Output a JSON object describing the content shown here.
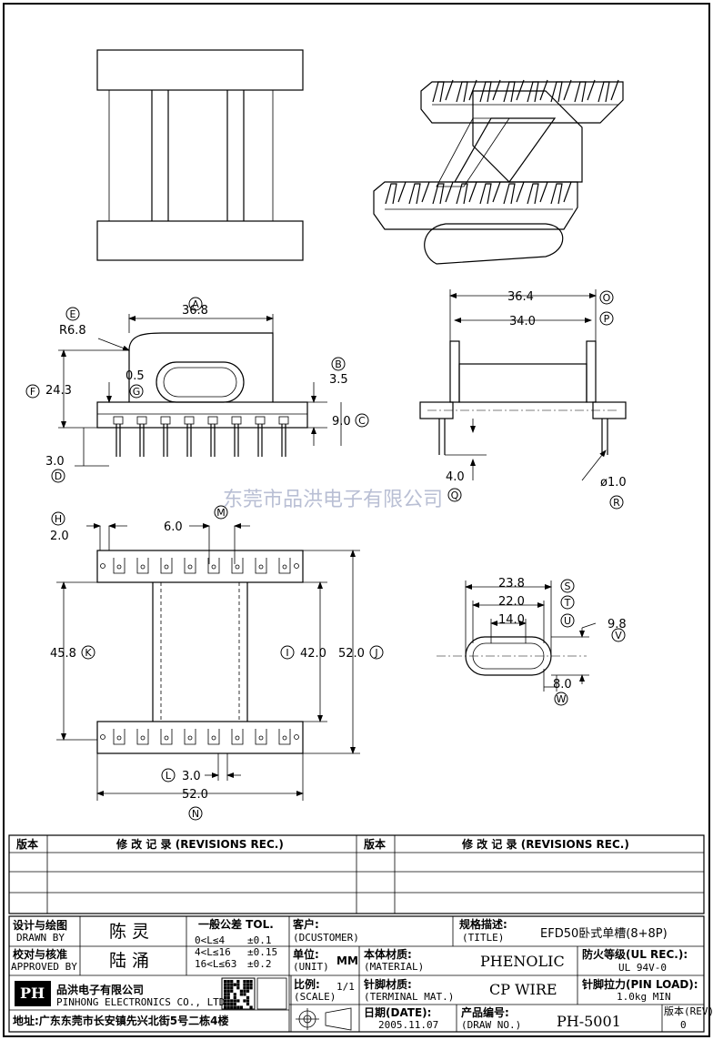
{
  "watermark": "东莞市品洪电子有限公司",
  "dims": {
    "A": "36.8",
    "B": "3.5",
    "C": "9.0",
    "D": "3.0",
    "E": "R6.8",
    "F": "24.3",
    "G": "0.5",
    "H": "2.0",
    "M": "6.0",
    "K": "45.8",
    "I": "42.0",
    "J": "52.0",
    "L": "3.0",
    "N": "52.0",
    "O": "36.4",
    "P": "34.0",
    "Q": "4.0",
    "R": "ø1.0",
    "S": "23.8",
    "T": "22.0",
    "U": "14.0",
    "V": "9.8",
    "W": "8.0"
  },
  "markers": [
    "A",
    "B",
    "C",
    "D",
    "E",
    "F",
    "G",
    "H",
    "M",
    "K",
    "I",
    "J",
    "L",
    "N",
    "O",
    "P",
    "Q",
    "R",
    "S",
    "T",
    "U",
    "V",
    "W"
  ],
  "revisions": {
    "col_version": "版本",
    "col_rec": "修 改 记 录 (REVISIONS REC.)"
  },
  "title_block": {
    "drawn_by_label_cn": "设计与绘图",
    "drawn_by_label_en": "DRAWN BY",
    "drawn_by": "陈 灵",
    "approved_label_cn": "校对与核准",
    "approved_label_en": "APPROVED BY",
    "approved_by": "陆 涌",
    "tol_label": "一般公差 TOL.",
    "tol_rows": [
      [
        "0<L≤4",
        "±0.1"
      ],
      [
        "4<L≤16",
        "±0.15"
      ],
      [
        "16<L≤63",
        "±0.2"
      ]
    ],
    "customer_label": "客户:",
    "customer_label_en": "(DCUSTOMER)",
    "unit_label": "单位:",
    "unit_label_en": "(UNIT)",
    "unit": "MM",
    "scale_label": "比例:",
    "scale_label_en": "(SCALE)",
    "scale": "1/1",
    "title_label": "规格描述:",
    "title_label_en": "(TITLE)",
    "title": "EFD50卧式单槽(8+8P)",
    "material_label": "本体材质:",
    "material_label_en": "(MATERIAL)",
    "material": "PHENOLIC",
    "ul_label": "防火等级(UL REC.):",
    "ul": "UL 94V-0",
    "terminal_label": "针脚材质:",
    "terminal_label_en": "(TERMINAL MAT.)",
    "terminal": "CP WIRE",
    "pin_load_label": "针脚拉力(PIN LOAD):",
    "pin_load": "1.0kg MIN",
    "date_label": "日期(DATE):",
    "date": "2005.11.07",
    "draw_no_label": "产品编号:",
    "draw_no_label_en": "(DRAW NO.)",
    "draw_no": "PH-5001",
    "rev_label": "版本(REV):",
    "rev": "0",
    "company_cn": "品洪电子有限公司",
    "company_en": "PINHONG ELECTRONICS CO., LTD.",
    "logo": "PH",
    "address": "地址:广东东莞市长安镇先兴北街5号二栋4楼"
  }
}
